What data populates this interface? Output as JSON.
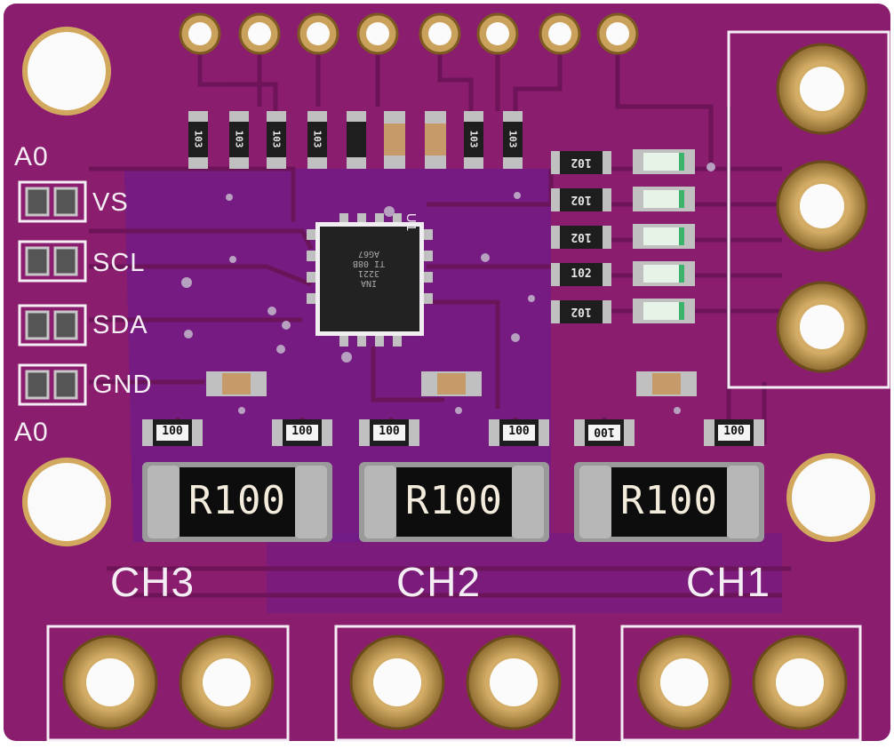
{
  "board": {
    "pcb_color": "#8a1d6e",
    "silkscreen_color": "#f4eef4",
    "pad_color": "#c9a15a"
  },
  "address_labels": {
    "top": "A0",
    "bottom": "A0"
  },
  "pin_labels": [
    "VS",
    "SCL",
    "SDA",
    "GND"
  ],
  "shunts": [
    {
      "label": "R100"
    },
    {
      "label": "R100"
    },
    {
      "label": "R100"
    }
  ],
  "channels": [
    "CH3",
    "CH2",
    "CH1"
  ],
  "small_resistor_label": "100",
  "led_resistor_labels": [
    "102",
    "102",
    "102",
    "102",
    "102"
  ],
  "chip": {
    "designator": "U1",
    "marking": [
      "INA",
      "3221",
      "TI 08B",
      "AG67"
    ]
  },
  "top_resistor_label": "103",
  "led_color": "#e8f3e8"
}
